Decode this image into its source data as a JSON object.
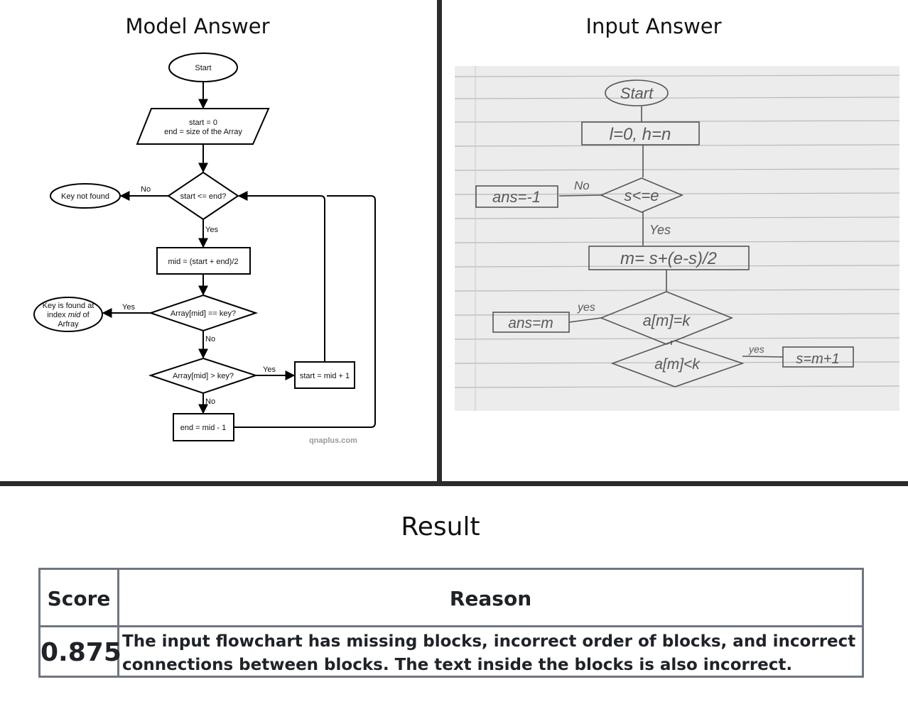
{
  "left_panel": {
    "title": "Model Answer",
    "nodes": {
      "start": "Start",
      "init_line1": "start = 0",
      "init_line2": "end = size of the Array",
      "cond_loop": "start <= end?",
      "key_not_found": "Key not found",
      "mid_calc": "mid = (start + end)/2",
      "cond_equal": "Array[mid] == key?",
      "found_line1": "Key is found at",
      "found_line2_pre": "index ",
      "found_line2_em": "mid",
      "found_line2_post": " of",
      "found_line3": "Arfray",
      "cond_greater": "Array[mid] > key?",
      "start_update": "start = mid + 1",
      "end_update": "end = mid - 1"
    },
    "edge_labels": {
      "no": "No",
      "yes": "Yes"
    },
    "watermark": "qnaplus.com"
  },
  "right_panel": {
    "title": "Input Answer",
    "handwritten": {
      "start": "Start",
      "init": "l=0, h=n",
      "cond_loop": "s<=e",
      "not_found": "ans=-1",
      "mid_calc": "m= s+(e-s)/2",
      "cond_equal": "a[m]=k",
      "found": "ans=m",
      "cond_less": "a[m]<k",
      "start_update": "s=m+1",
      "no": "No",
      "yes": "Yes",
      "yes_lower": "yes"
    }
  },
  "result": {
    "title": "Result",
    "headers": {
      "score": "Score",
      "reason": "Reason"
    },
    "score": "0.875",
    "reason_line1": "The input flowchart has missing blocks, incorrect order of blocks, and incorrect",
    "reason_line2": "connections between blocks. The text inside the blocks is also incorrect."
  }
}
